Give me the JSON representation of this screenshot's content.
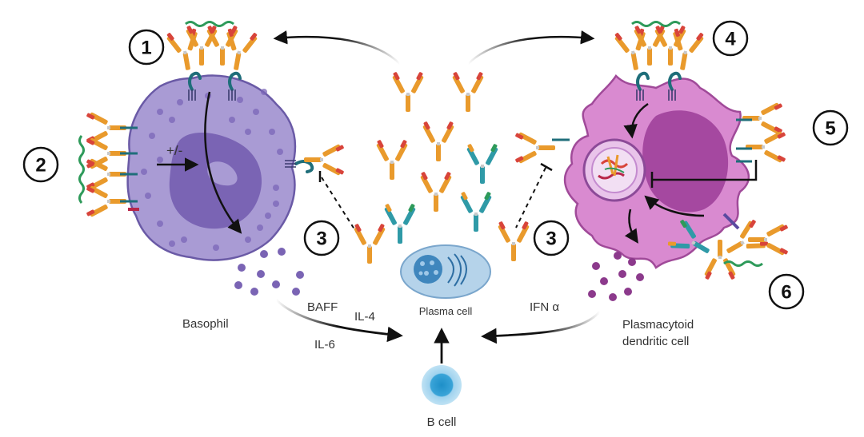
{
  "steps": [
    "1",
    "2",
    "3",
    "3",
    "4",
    "5",
    "6"
  ],
  "labels": {
    "plus_minus": "+/-",
    "basophil": "Basophil",
    "baff": "BAFF",
    "il4": "IL-4",
    "il6": "IL-6",
    "plasma_cell": "Plasma cell",
    "ifn": "IFN α",
    "pdc_line1": "Plasmacytoid",
    "pdc_line2": "dendritic cell",
    "b_cell": "B cell"
  },
  "colors": {
    "basophil_body": "#a99bd4",
    "basophil_nucleus": "#7a64b4",
    "pdc_body": "#d98ad0",
    "pdc_nucleus": "#a548a0",
    "antibody_orange": "#e99a2c",
    "antibody_teal": "#2f9aa7",
    "antigen_green": "#2e9a5a",
    "plasma_blue": "#86b5dc",
    "b_cell_blue": "#4aa8d8"
  }
}
